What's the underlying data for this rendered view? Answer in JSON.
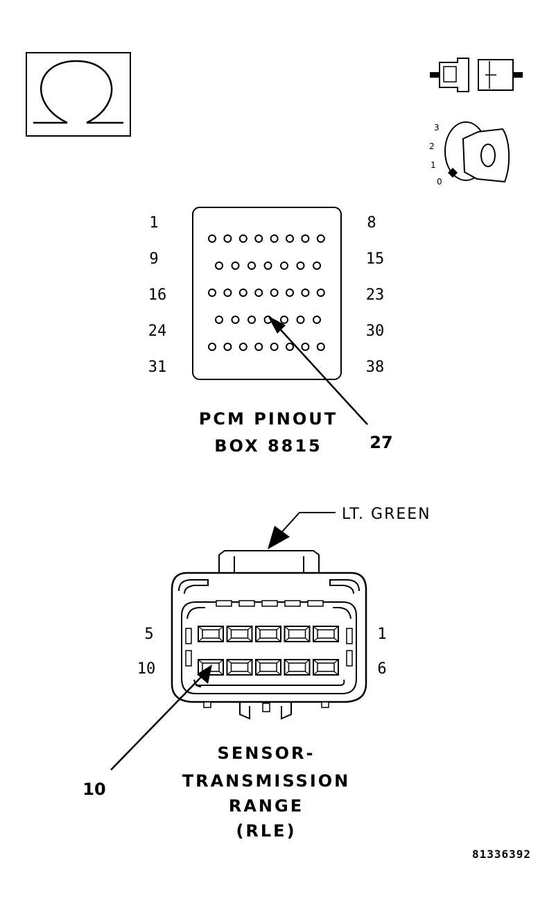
{
  "ohm_symbol": {
    "icon": "ohm-icon"
  },
  "connector_icon": {
    "icon": "connector-disconnected-icon"
  },
  "ignition_icon": {
    "icon": "ignition-key-icon",
    "positions": [
      "3",
      "2",
      "1",
      "0"
    ]
  },
  "pcm": {
    "row_labels_left": [
      "1",
      "9",
      "16",
      "24",
      "31"
    ],
    "row_labels_right": [
      "8",
      "15",
      "23",
      "30",
      "38"
    ],
    "title_line1": "PCM PINOUT",
    "title_line2": "BOX 8815",
    "callout": "27"
  },
  "rle": {
    "wire_color_label": "LT. GREEN",
    "row_labels_left": [
      "5",
      "10"
    ],
    "row_labels_right": [
      "1",
      "6"
    ],
    "callout": "10",
    "title_lines": [
      "SENSOR-",
      "TRANSMISSION",
      "RANGE",
      "(RLE)"
    ]
  },
  "figure_code": "81336392"
}
